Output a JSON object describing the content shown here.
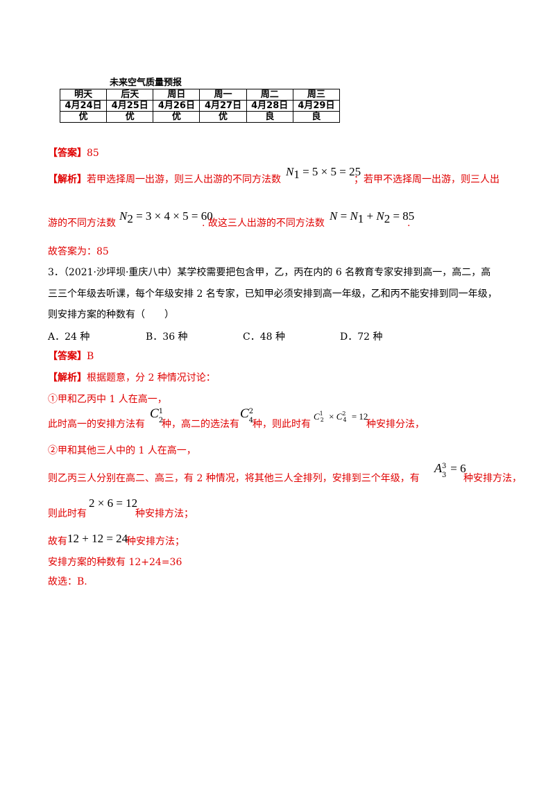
{
  "table": {
    "title": "未来空气质量预报",
    "days": [
      "明天",
      "后天",
      "周日",
      "周一",
      "周二",
      "周三"
    ],
    "dates": [
      "4月24日",
      "4月25日",
      "4月26日",
      "4月27日",
      "4月28日",
      "4月29日"
    ],
    "quality": [
      "优",
      "优",
      "优",
      "优",
      "良",
      "良"
    ]
  },
  "q2": {
    "answer_tag": "【答案】",
    "answer": "85",
    "analysis_tag": "【解析】",
    "line1_a": "若甲选择周一出游，则三人出游的不同方法数",
    "line1_b": "；若甲不选择周一出游，则三人出",
    "line2_a": "游的不同方法数",
    "line2_b": ". 故这三人出游的不同方法数",
    "line2_c": ".",
    "final": "故答案为：85"
  },
  "q3": {
    "stem1": "3．（2021·沙坪坝·重庆八中）某学校需要把包含甲，乙，丙在内的 6 名教育专家安排到高一，高二，高",
    "stem2": "三三个年级去听课，每个年级安排 2 名专家，已知甲必须安排到高一年级，乙和丙不能安排到同一年级，",
    "stem3": "则安排方案的种数有（　　）",
    "options": [
      "A．24 种",
      "B．36 种",
      "C．48 种",
      "D．72 种"
    ],
    "answer_tag": "【答案】",
    "answer": "B",
    "analysis_tag": "【解析】",
    "analysis_intro": "根据题意，分 2 种情况讨论：",
    "case1": "①甲和乙丙中 1 人在高一，",
    "case1_line_a": "此时高一的安排方法有",
    "case1_line_b": "种，高二的选法有",
    "case1_line_c": "种，则此时有",
    "case1_line_d": "种安排分法，",
    "case2": "②甲和其他三人中的 1 人在高一，",
    "case2_line_a": "则乙丙三人分别在高二、高三，有 2 种情况，将其他三人全排列，安排到三个年级，有",
    "case2_line_b": "种安排方法，",
    "case2_line2_a": "则此时有",
    "case2_line2_b": "种安排方法；",
    "total_a": "故有",
    "total_b": "种安排方法；",
    "total_sum": "安排方案的种数有 12+24=36",
    "final": "故选：B."
  }
}
